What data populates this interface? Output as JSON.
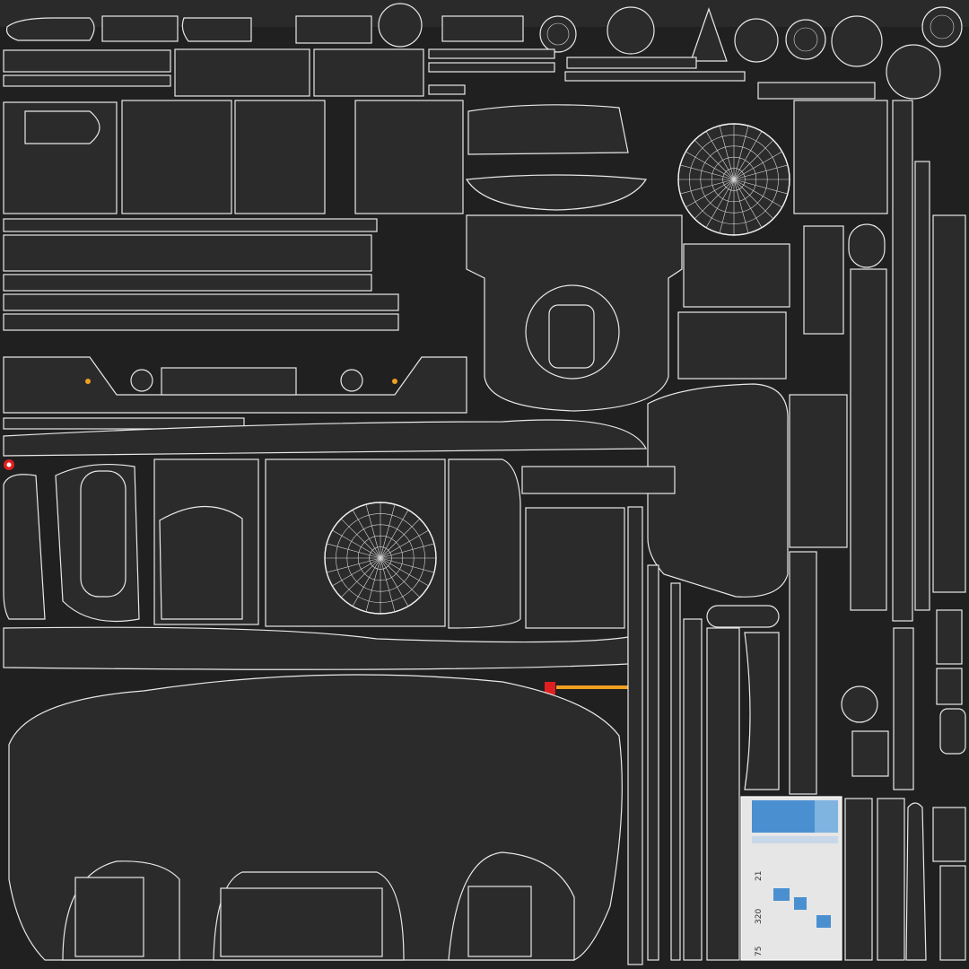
{
  "texture": {
    "kind": "uv-wireframe-layout",
    "background_color": "#222222",
    "wire_color": "#e8e8e8",
    "accent_colors": {
      "red_marker": "#e02020",
      "orange_marker": "#f0a020",
      "blue_panel": "#4a90d0"
    }
  },
  "screen_decal": {
    "labels": [
      "21",
      "320",
      "75"
    ]
  }
}
